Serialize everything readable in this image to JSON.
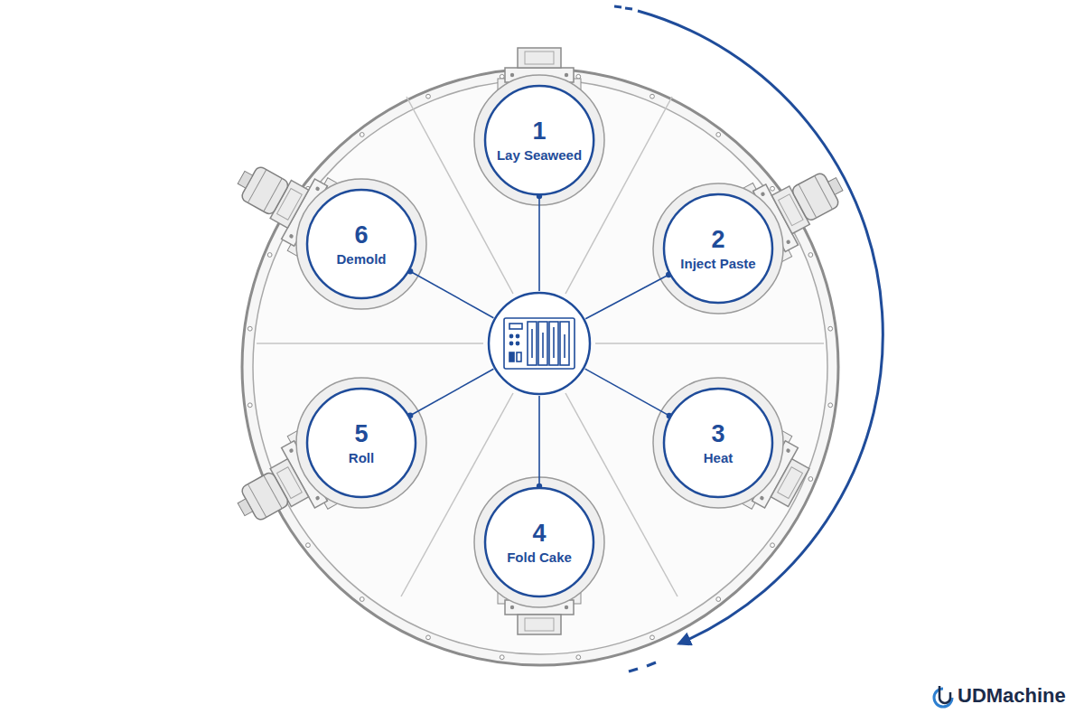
{
  "diagram": {
    "nodes": [
      {
        "text": [
          "1",
          "Lay Seaweed"
        ]
      },
      {
        "text": [
          "2",
          "Inject Paste"
        ]
      },
      {
        "text": [
          "3",
          "Heat"
        ]
      },
      {
        "text": [
          "4",
          "Fold Cake"
        ]
      },
      {
        "text": [
          "5",
          "Roll"
        ]
      },
      {
        "text": [
          "6",
          "Demold"
        ]
      },
      {
        "text": []
      }
    ],
    "edges": [
      {
        "from": 6,
        "to": 0,
        "arrow": "none"
      },
      {
        "from": 6,
        "to": 1,
        "arrow": "none"
      },
      {
        "from": 6,
        "to": 2,
        "arrow": "none"
      },
      {
        "from": 6,
        "to": 3,
        "arrow": "none"
      },
      {
        "from": 6,
        "to": 4,
        "arrow": "none"
      },
      {
        "from": 6,
        "to": 5,
        "arrow": "none"
      }
    ],
    "labels": [
      "UDMachine"
    ]
  }
}
